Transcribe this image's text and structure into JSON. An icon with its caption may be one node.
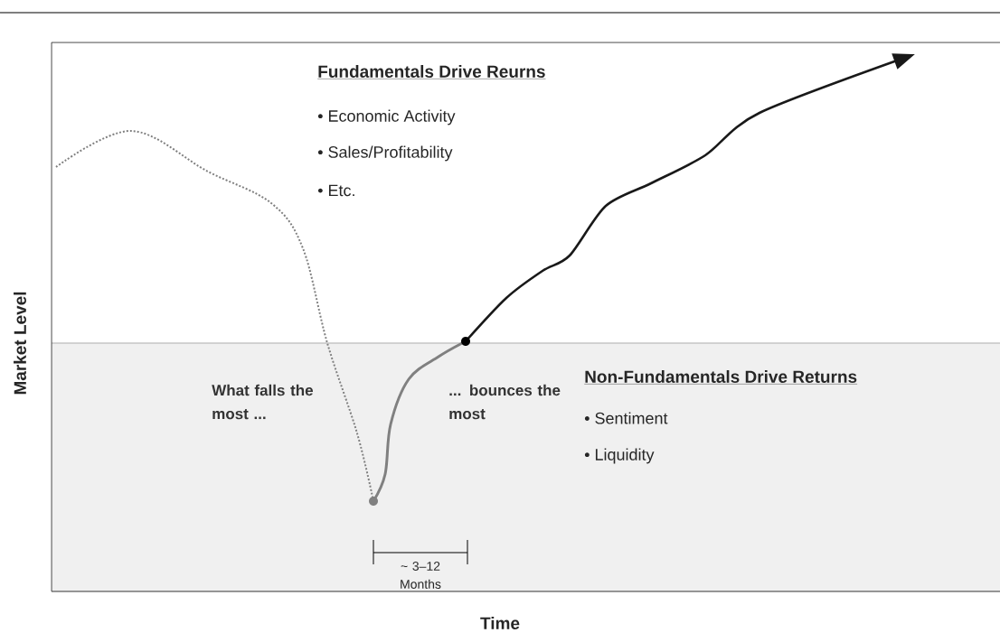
{
  "diagram": {
    "nodes": [
      {
        "text": [
          "Fundamentals Drive Reurns",
          "• Economic Activity",
          "• Sales/Profitability",
          "• Etc."
        ]
      },
      {
        "text": [
          "Non-Fundamentals Drive Returns",
          "• Sentiment",
          "• Liquidity",
          "What falls the most ...",
          "... bounces the most"
        ]
      }
    ],
    "edges": [],
    "labels": [
      "~ 3–12 Months",
      "Market Level",
      "Time"
    ]
  }
}
